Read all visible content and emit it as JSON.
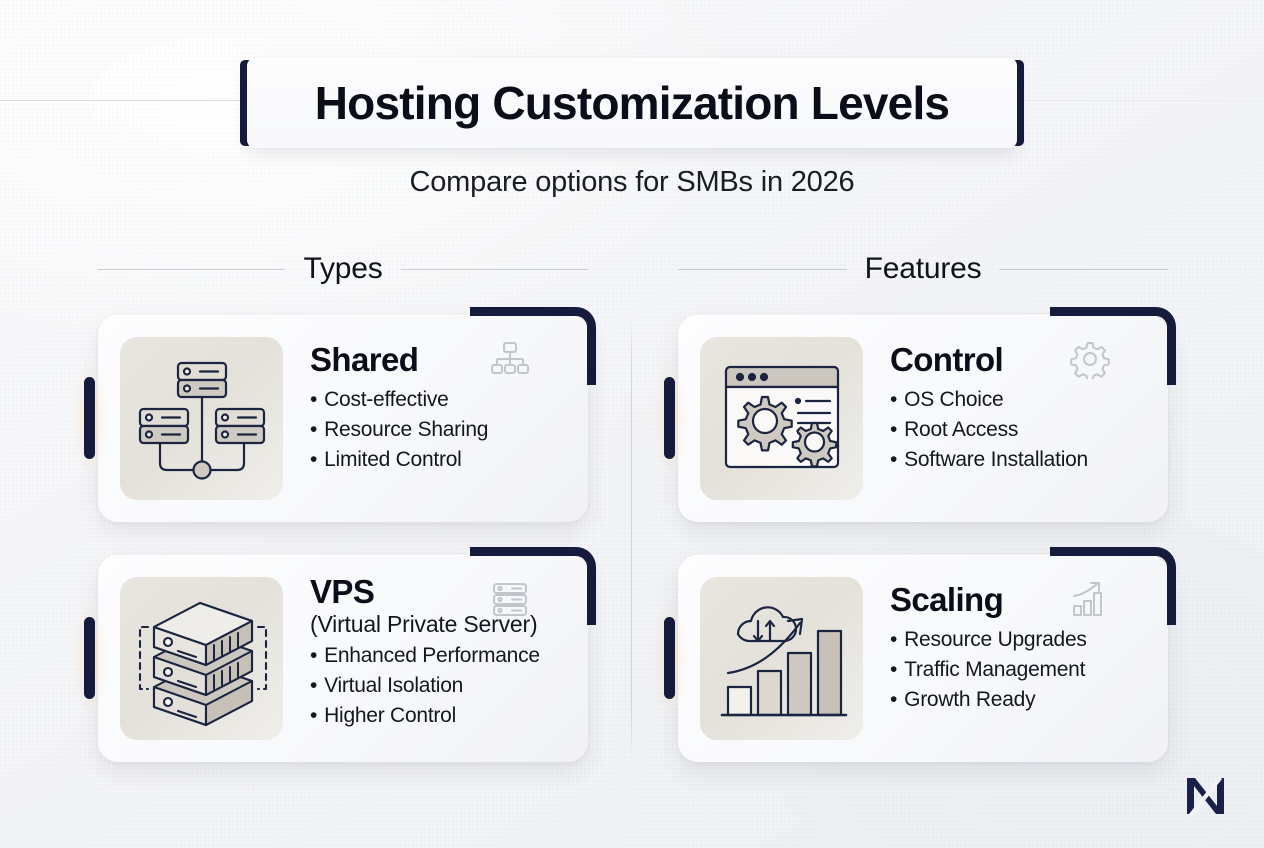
{
  "header": {
    "title": "Hosting Customization Levels",
    "subtitle": "Compare options for SMBs in 2026"
  },
  "sections": {
    "left_label": "Types",
    "right_label": "Features"
  },
  "colors": {
    "navy": "#141b3d",
    "text": "#0b0e18",
    "background": "#f2f3f5",
    "thumb_tile": "#e7e4dd",
    "badge_grey": "#c2c5cc",
    "accent_glow": "#f8ddbe"
  },
  "cards": [
    {
      "id": "shared",
      "title": "Shared",
      "subtitle": "",
      "bullets": [
        "Cost-effective",
        "Resource Sharing",
        "Limited Control"
      ],
      "thumb_icon": "server-network-icon",
      "badge_icon": "sitemap-icon"
    },
    {
      "id": "vps",
      "title": "VPS",
      "subtitle": "(Virtual Private Server)",
      "bullets": [
        "Enhanced Performance",
        "Virtual Isolation",
        "Higher Control"
      ],
      "thumb_icon": "stacked-servers-icon",
      "badge_icon": "server-rack-icon"
    },
    {
      "id": "control",
      "title": "Control",
      "subtitle": "",
      "bullets": [
        "OS Choice",
        "Root Access",
        "Software Installation"
      ],
      "thumb_icon": "browser-gears-icon",
      "badge_icon": "gear-icon"
    },
    {
      "id": "scaling",
      "title": "Scaling",
      "subtitle": "",
      "bullets": [
        "Resource Upgrades",
        "Traffic Management",
        "Growth Ready"
      ],
      "thumb_icon": "cloud-growth-chart-icon",
      "badge_icon": "bar-chart-trend-icon"
    }
  ],
  "bullet_glyph": "•",
  "logo": {
    "name": "n-monogram-logo"
  }
}
